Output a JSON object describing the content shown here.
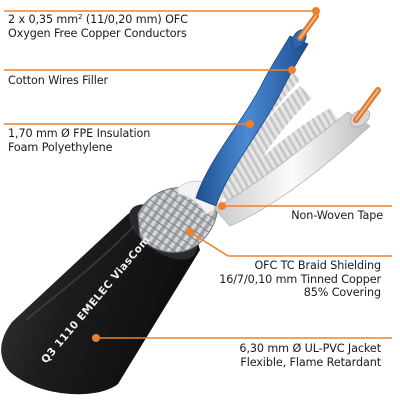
{
  "colors": {
    "leader": "#f0802a",
    "jacket": "#1c1c1e",
    "blue_insulation": "#2f6fb8",
    "white_insulation": "#e9e9e9",
    "braid": "#b9bcc0",
    "copper": "#e0762c"
  },
  "labels": {
    "conductors": {
      "line1_pre": "2 x 0,35 mm",
      "line1_sup": "2",
      "line1_post": " (11/0,20 mm) OFC",
      "line2": "Oxygen Free Copper Conductors"
    },
    "filler": {
      "line1": "Cotton Wires Filler"
    },
    "insulation": {
      "line1": "1,70 mm Ø FPE Insulation",
      "line2": "Foam Polyethylene"
    },
    "tape": {
      "line1": "Non-Woven Tape"
    },
    "braid": {
      "line1": "OFC TC Braid Shielding",
      "line2": "16/7/0,10 mm Tinned Copper",
      "line3": "85% Covering"
    },
    "jacket": {
      "line1": "6,30 mm Ø UL-PVC Jacket",
      "line2": "Flexible, Flame Retardant"
    }
  },
  "cable_print": "Q3 1110  EMELEC ViasCom"
}
